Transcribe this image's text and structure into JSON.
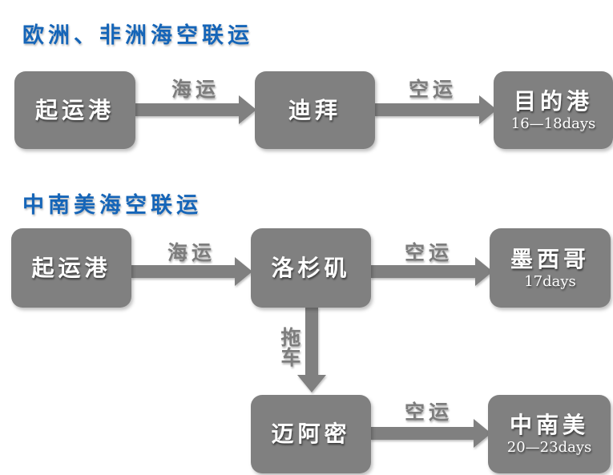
{
  "section1": {
    "title": "欧洲、非洲海空联运",
    "origin": "起运港",
    "sea_label": "海运",
    "transit": "迪拜",
    "air_label": "空运",
    "destination": "目的港",
    "destination_days": "16—18days"
  },
  "section2": {
    "title": "中南美海空联运",
    "origin": "起运港",
    "sea_label": "海运",
    "transit": "洛杉矶",
    "air_label_1": "空运",
    "dest_1": "墨西哥",
    "dest_1_days": "17days",
    "truck_label": "拖车",
    "transit_2": "迈阿密",
    "air_label_2": "空运",
    "dest_2": "中南美",
    "dest_2_days": "20—23days"
  },
  "colors": {
    "title": "#1565b8",
    "box": "#808080",
    "arrow": "#7d7d7d"
  }
}
